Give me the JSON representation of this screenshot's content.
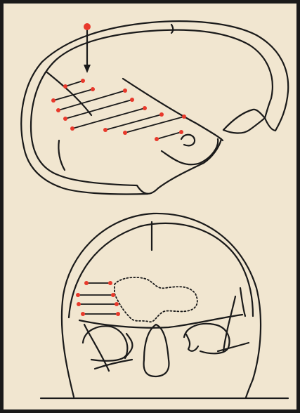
{
  "colors": {
    "background": "#f1e6d0",
    "line": "#1a1a1a",
    "marker": "#e8392b"
  },
  "figures": [
    {
      "name": "lateral-skull-view",
      "marker_pairs": 8,
      "has_entry_arrow": true
    },
    {
      "name": "frontal-skull-view",
      "marker_pairs": 4,
      "has_dotted_outline": true
    }
  ]
}
